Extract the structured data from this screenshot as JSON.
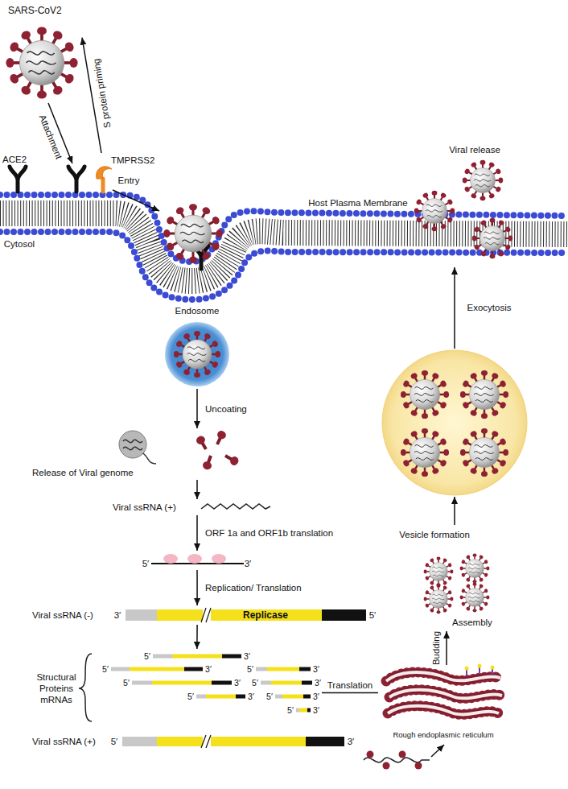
{
  "diagram": {
    "nodes": [
      {
        "text": [
          "SARS-CoV2"
        ]
      },
      {
        "text": [
          "ACE2"
        ]
      },
      {
        "text": [
          "TMPRSS2"
        ]
      },
      {
        "text": [
          "Endosome"
        ]
      },
      {
        "text": [
          "Release of Viral genome"
        ]
      },
      {
        "text": [
          "Viral ssRNA (+)"
        ]
      },
      {
        "text": [
          "5′",
          "3′"
        ]
      },
      {
        "text": [
          "Viral ssRNA (-)",
          "3′",
          "Replicase",
          "5′"
        ]
      },
      {
        "text": [
          "Structural Proteins mRNAs"
        ]
      },
      {
        "text": [
          "Viral ssRNA (+)",
          "5′",
          "3′"
        ]
      },
      {
        "text": [
          "Rough endoplasmic reticulum"
        ]
      },
      {
        "text": [
          "Assembly"
        ]
      }
    ],
    "edges": [
      {
        "from": 2,
        "to": 0,
        "arrow": "to",
        "label": "S protein priming"
      },
      {
        "from": 3,
        "to": 4,
        "arrow": "to",
        "label": "Uncoating"
      },
      {
        "from": 4,
        "to": 5,
        "arrow": "to"
      },
      {
        "from": 5,
        "to": 6,
        "arrow": "to",
        "label": "ORF 1a and ORF1b translation"
      },
      {
        "from": 6,
        "to": 7,
        "arrow": "to",
        "label": "Replication/ Translation"
      },
      {
        "from": 7,
        "to": 8,
        "arrow": "to"
      },
      {
        "from": 8,
        "to": 10,
        "arrow": "none",
        "label": "Translation"
      },
      {
        "from": 10,
        "to": 11,
        "arrow": "to",
        "label": "Budding"
      }
    ],
    "labels": [
      "Attachment",
      "Entry",
      "Cytosol",
      "Host Plasma Membrane",
      "Viral release",
      "Exocytosis",
      "Vesicle formation",
      "5′",
      "3′",
      "5′",
      "3′",
      "5′",
      "3′",
      "5′",
      "3′",
      "5′",
      "3′",
      "5′",
      "3′",
      "5′",
      "3′",
      "5′",
      "3′"
    ]
  }
}
